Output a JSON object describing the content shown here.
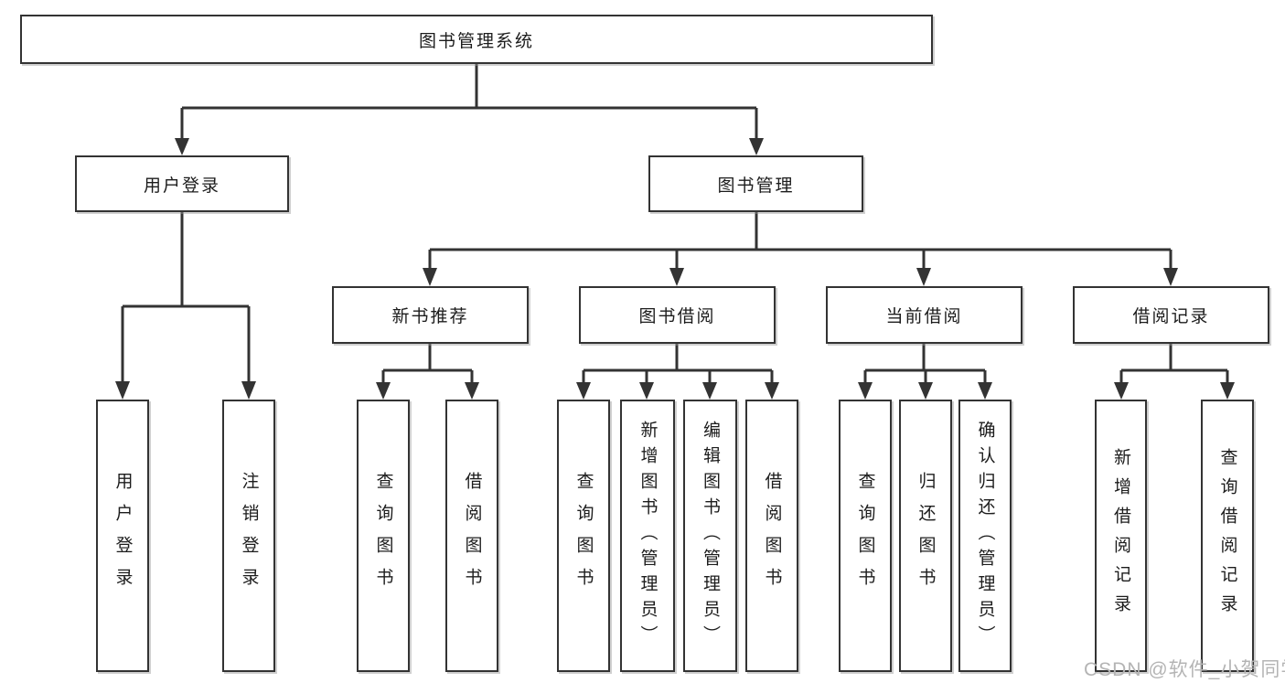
{
  "root": {
    "label": "图书管理系统"
  },
  "user_login": {
    "label": "用户登录",
    "children": {
      "login": "用户登录",
      "logout": "注销登录"
    }
  },
  "book_mgmt": {
    "label": "图书管理",
    "new_book": {
      "label": "新书推荐",
      "children": {
        "query": "查询图书",
        "borrow": "借阅图书"
      }
    },
    "borrowing": {
      "label": "图书借阅",
      "children": {
        "query": "查询图书",
        "add": "新增图书（管理员）",
        "edit": "编辑图书（管理员）",
        "borrow": "借阅图书"
      }
    },
    "current": {
      "label": "当前借阅",
      "children": {
        "query": "查询图书",
        "return": "归还图书",
        "confirm": "确认归还（管理员）"
      }
    },
    "records": {
      "label": "借阅记录",
      "children": {
        "add": "新增借阅记录",
        "query": "查询借阅记录"
      }
    }
  },
  "watermark": "CSDN @软件_小贺同学",
  "colors": {
    "line": "#333333",
    "box_border": "#333333",
    "box_fill": "#ffffff",
    "text": "#1c1c1c",
    "watermark": "#b4b4b4",
    "background": "#ffffff"
  }
}
